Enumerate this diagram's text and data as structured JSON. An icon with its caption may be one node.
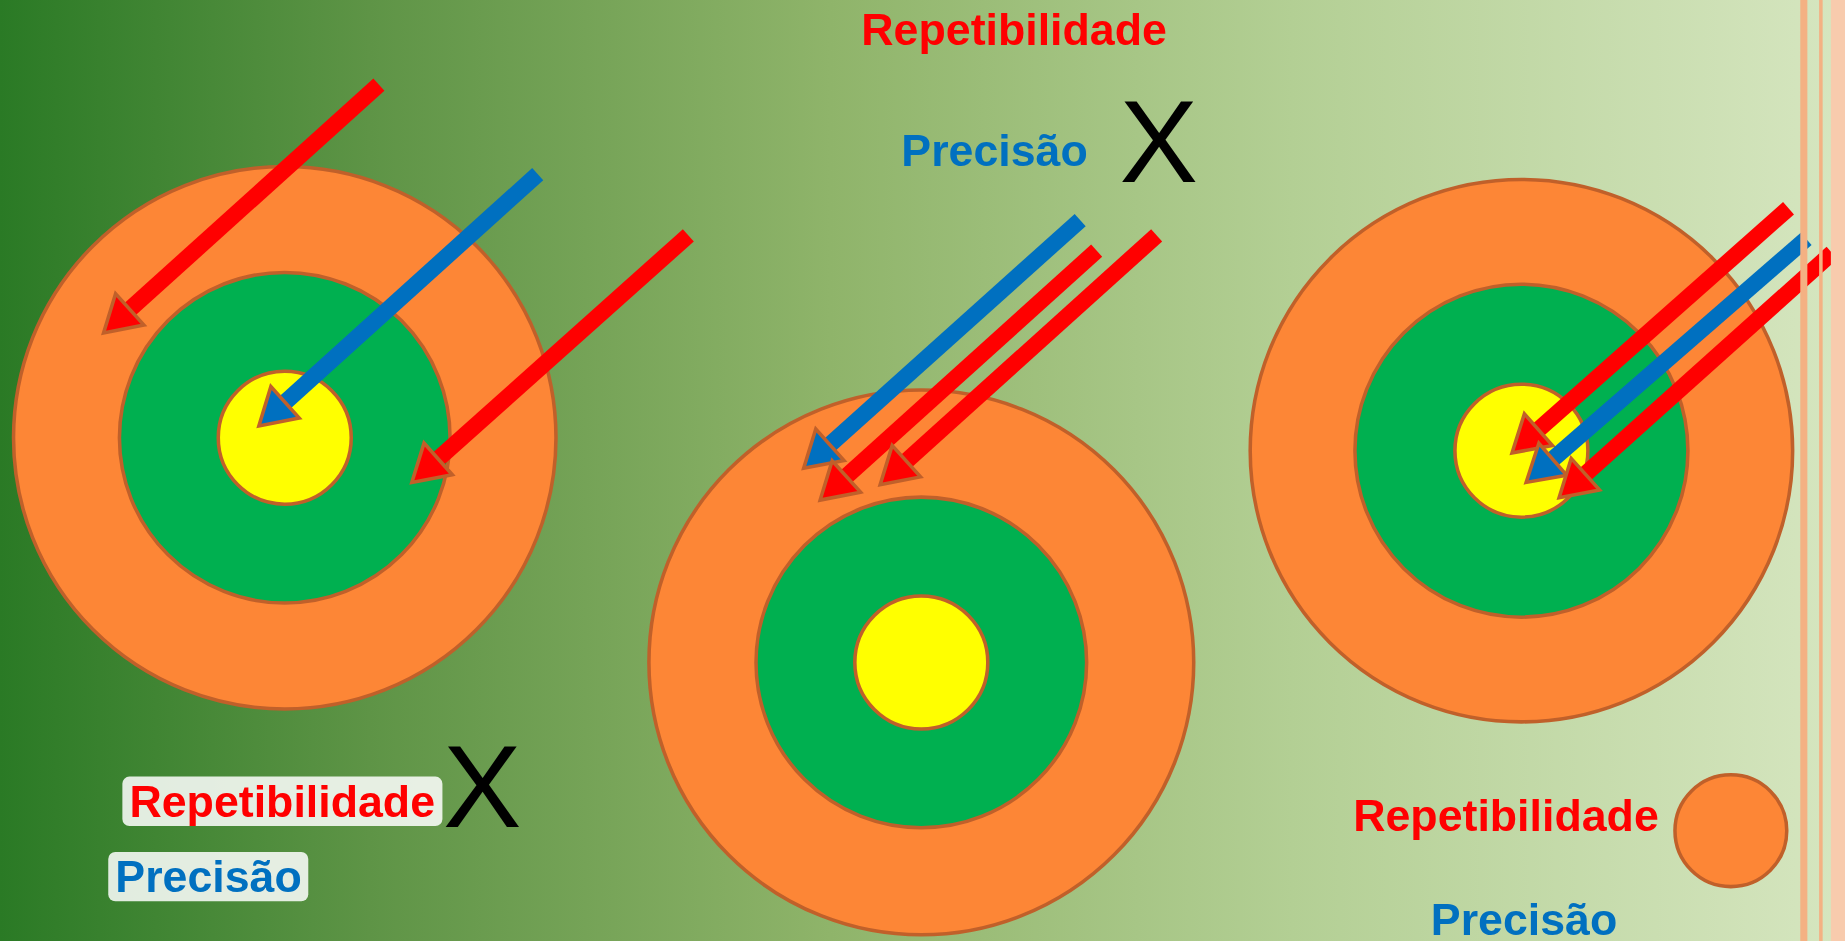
{
  "diagram": {
    "nodes": [
      {
        "text": [],
        "shape": "circle"
      },
      {
        "text": [],
        "shape": "circle",
        "in": 0
      },
      {
        "text": [],
        "shape": "circle",
        "in": 1
      },
      {
        "text": [],
        "shape": "circle"
      },
      {
        "text": [],
        "shape": "circle",
        "in": 3
      },
      {
        "text": [],
        "shape": "circle",
        "in": 4
      },
      {
        "text": [],
        "shape": "circle"
      },
      {
        "text": [],
        "shape": "circle",
        "in": 6
      },
      {
        "text": [],
        "shape": "circle",
        "in": 7
      },
      {
        "text": [],
        "shape": "circle",
        "beside": [
          "Repetibilidade"
        ]
      }
    ],
    "edges": [
      {
        "from": null,
        "to": 0,
        "arrow": "to"
      },
      {
        "from": null,
        "to": 2,
        "arrow": "to",
        "color": "#0070c0"
      },
      {
        "from": null,
        "to": 1,
        "arrow": "to"
      },
      {
        "from": null,
        "to": 3,
        "arrow": "to",
        "color": "#0070c0"
      },
      {
        "from": null,
        "to": 3,
        "arrow": "to"
      },
      {
        "from": null,
        "to": 3,
        "arrow": "to"
      },
      {
        "from": null,
        "to": 8,
        "arrow": "to"
      },
      {
        "from": null,
        "to": 8,
        "arrow": "to",
        "color": "#0070c0"
      },
      {
        "from": null,
        "to": 8,
        "arrow": "to"
      }
    ],
    "labels": [
      "Repetibilidade",
      "X",
      "Precisão",
      "X",
      "Repetibilidade",
      "Precisão",
      "Precisão"
    ]
  }
}
